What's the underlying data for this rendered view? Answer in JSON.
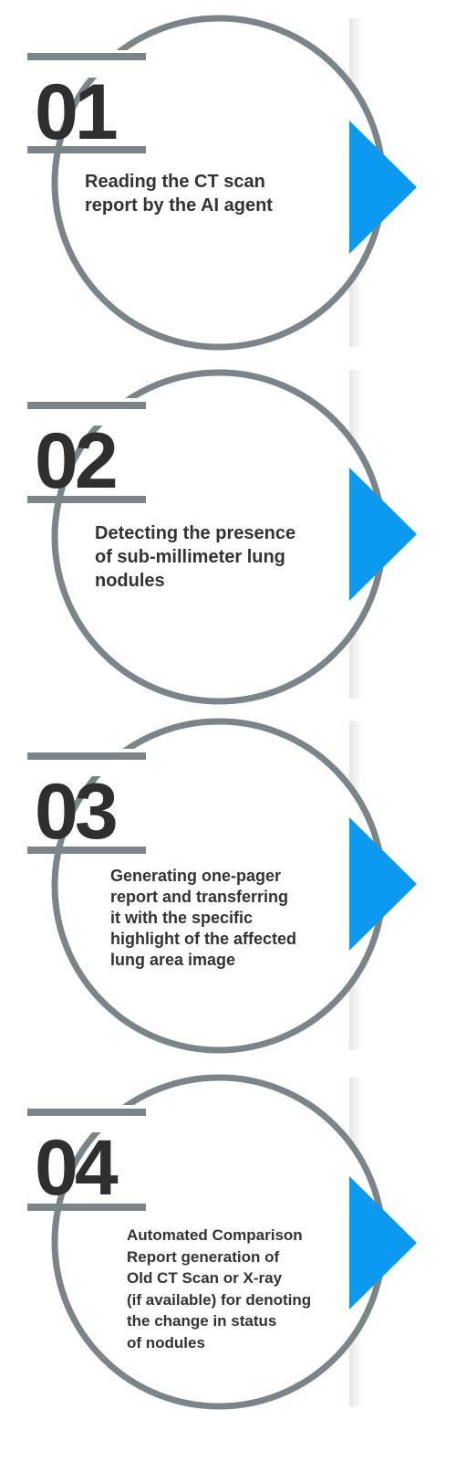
{
  "colors": {
    "ring": "#7b8489",
    "arrow": "#0c9af0",
    "number": "#2f2f2f",
    "text": "#333333"
  },
  "steps": [
    {
      "number": "01",
      "lines": [
        "Reading the CT scan",
        "report by the AI agent"
      ]
    },
    {
      "number": "02",
      "lines": [
        "Detecting the presence",
        "of sub-millimeter lung",
        "nodules"
      ]
    },
    {
      "number": "03",
      "lines": [
        "Generating one-pager",
        "report and transferring",
        "it with the specific",
        "highlight of the affected",
        "lung area image"
      ]
    },
    {
      "number": "04",
      "lines": [
        "Automated Comparison",
        "Report generation of",
        "Old CT Scan or X-ray",
        "(if available) for denoting",
        "the change in status",
        "of nodules"
      ]
    }
  ]
}
